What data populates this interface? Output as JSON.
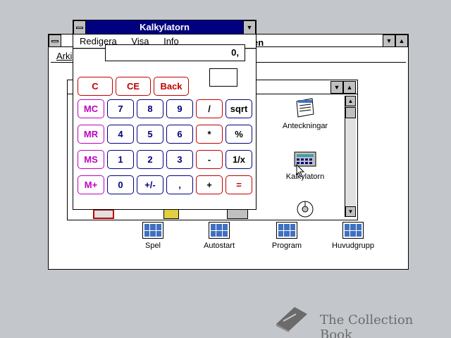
{
  "calculator": {
    "title": "Kalkylatorn",
    "menu": [
      {
        "label": "Redigera"
      },
      {
        "label": "Visa"
      },
      {
        "label": "Info"
      }
    ],
    "display_value": "0,",
    "buttons": {
      "c": "C",
      "ce": "CE",
      "back": "Back",
      "mc": "MC",
      "mr": "MR",
      "ms": "MS",
      "mplus": "M+",
      "d7": "7",
      "d8": "8",
      "d9": "9",
      "div": "/",
      "sqrt": "sqrt",
      "d4": "4",
      "d5": "5",
      "d6": "6",
      "mul": "*",
      "pct": "%",
      "d1": "1",
      "d2": "2",
      "d3": "3",
      "sub": "-",
      "inv": "1/x",
      "d0": "0",
      "sign": "+/-",
      "comma": ",",
      "add": "+",
      "eq": "="
    }
  },
  "program_manager": {
    "title_partial": "en",
    "menu_partial": "Arki",
    "group_icons": [
      {
        "label": "Spel"
      },
      {
        "label": "Autostart"
      },
      {
        "label": "Program"
      },
      {
        "label": "Huvudgrupp"
      }
    ]
  },
  "group_window": {
    "icons": [
      {
        "label": "Anteckningar"
      },
      {
        "label": "Kalkylatorn"
      }
    ]
  },
  "watermark": {
    "text": "The Collection Book"
  },
  "colors": {
    "active_title": "#000080",
    "desktop": "#c3c7cb",
    "red_btn": "#c00000",
    "blue_btn": "#000080",
    "magenta_btn": "#c000c0"
  }
}
